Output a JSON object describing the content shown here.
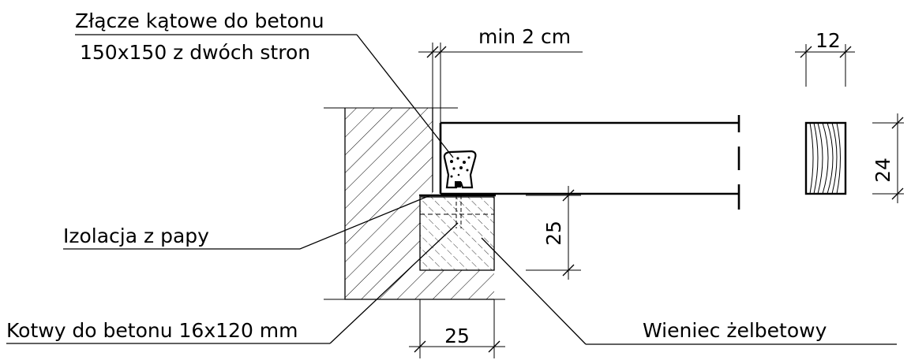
{
  "labels": {
    "connector_line1": "Złącze kątowe do betonu",
    "connector_line2": "150x150 z dwóch stron",
    "insulation": "Izolacja z papy",
    "anchors": "Kotwy do betonu 16x120 mm",
    "ring_beam": "Wieniec żelbetowy"
  },
  "dimensions": {
    "gap": "min 2 cm",
    "beam_width": "12",
    "beam_height": "24",
    "ring_beam_height": "25",
    "ring_beam_width": "25"
  },
  "colors": {
    "line": "#000000",
    "background": "#ffffff"
  }
}
